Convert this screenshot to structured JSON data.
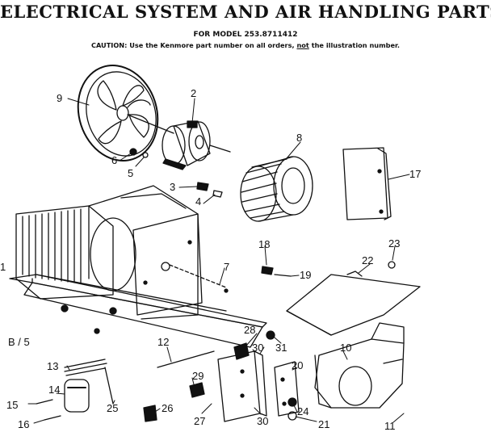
{
  "header": {
    "title": "ELECTRICAL SYSTEM AND AIR HANDLING PARTS",
    "model": "FOR MODEL 253.8711412",
    "caution_prefix": "CAUTION: Use the Kenmore part number on all orders,",
    "caution_not": "not",
    "caution_suffix": "the illustration number."
  },
  "corner_label": "B / 5",
  "callouts": [
    {
      "id": "c9",
      "text": "9"
    },
    {
      "id": "c2",
      "text": "2"
    },
    {
      "id": "c6",
      "text": "6"
    },
    {
      "id": "c5",
      "text": "5"
    },
    {
      "id": "c3",
      "text": "3"
    },
    {
      "id": "c4",
      "text": "4"
    },
    {
      "id": "c8",
      "text": "8"
    },
    {
      "id": "c17",
      "text": "17"
    },
    {
      "id": "c1",
      "text": "1"
    },
    {
      "id": "c7",
      "text": "7"
    },
    {
      "id": "c18",
      "text": "18"
    },
    {
      "id": "c19",
      "text": "19"
    },
    {
      "id": "c23",
      "text": "23"
    },
    {
      "id": "c22",
      "text": "22"
    },
    {
      "id": "c12",
      "text": "12"
    },
    {
      "id": "c28",
      "text": "28"
    },
    {
      "id": "c30a",
      "text": "30"
    },
    {
      "id": "c31",
      "text": "31"
    },
    {
      "id": "c10",
      "text": "10"
    },
    {
      "id": "c20",
      "text": "20"
    },
    {
      "id": "c13",
      "text": "13"
    },
    {
      "id": "c29",
      "text": "29"
    },
    {
      "id": "c14",
      "text": "14"
    },
    {
      "id": "c15",
      "text": "15"
    },
    {
      "id": "c16",
      "text": "16"
    },
    {
      "id": "c25",
      "text": "25"
    },
    {
      "id": "c26",
      "text": "26"
    },
    {
      "id": "c27",
      "text": "27"
    },
    {
      "id": "c30b",
      "text": "30"
    },
    {
      "id": "c24",
      "text": "24"
    },
    {
      "id": "c21",
      "text": "21"
    },
    {
      "id": "c11",
      "text": "11"
    }
  ]
}
